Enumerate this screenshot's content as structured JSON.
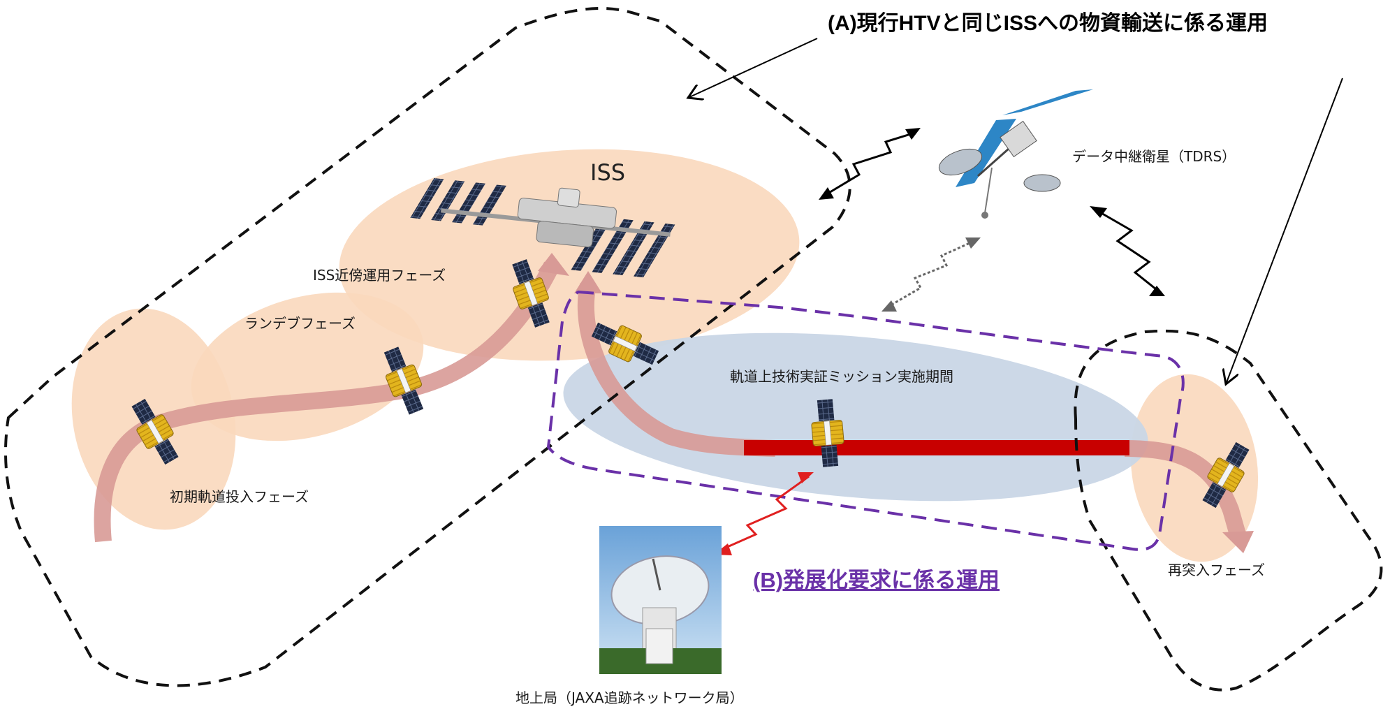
{
  "labels": {
    "ops_a": "(A)現行HTVと同じISSへの物資輸送に係る運用",
    "ops_b": "(B)発展化要求に係る運用",
    "iss": "ISS",
    "tdrs": "データ中継衛星（TDRS）",
    "iss_proximity_phase": "ISS近傍運用フェーズ",
    "rendezvous_phase": "ランデブフェーズ",
    "initial_orbit_phase": "初期軌道投入フェーズ",
    "mission_period": "軌道上技術実証ミッション実施期間",
    "reentry_phase": "再突入フェーズ",
    "ground_station": "地上局（JAXA追跡ネットワーク局）"
  },
  "colors": {
    "phase_fill": "#f9d8bd",
    "mission_fill": "#c9d6e6",
    "trajectory": "#d89a96",
    "mission_bar": "#c80000",
    "ops_b_frame": "#6a31a8",
    "ops_a_frame": "#111111",
    "ground_link": "#e02020",
    "spacecraft_gold": "#e3b51e"
  },
  "icons": {
    "iss": "space-station-icon",
    "tdrs": "relay-satellite-icon",
    "ground_station": "antenna-dish-icon",
    "spacecraft": "htv-spacecraft-icon"
  }
}
